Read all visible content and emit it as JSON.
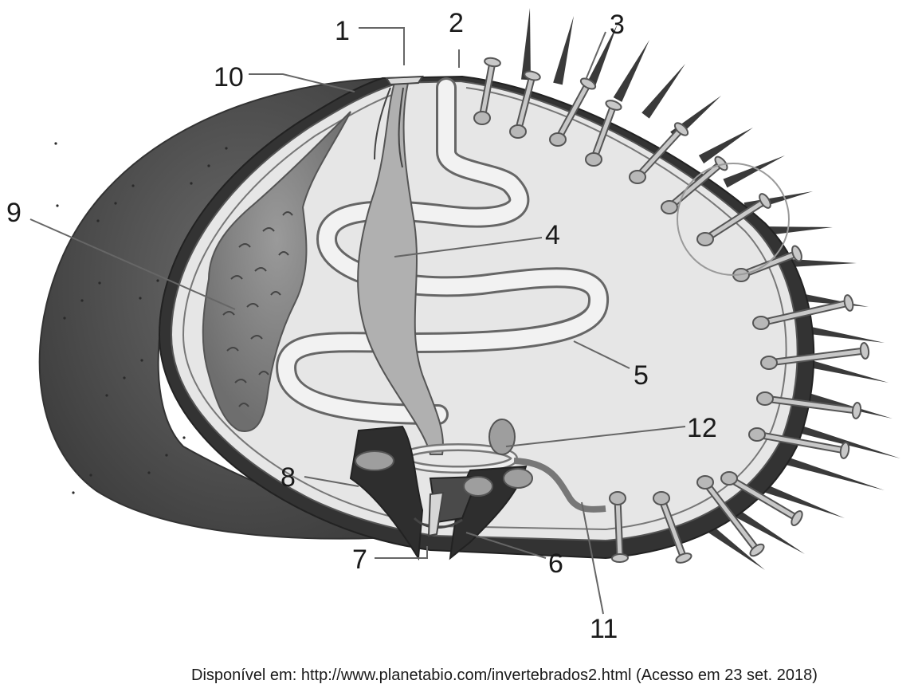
{
  "labels": {
    "l1": "1",
    "l2": "2",
    "l3": "3",
    "l4": "4",
    "l5": "5",
    "l6": "6",
    "l7": "7",
    "l8": "8",
    "l9": "9",
    "l10": "10",
    "l11": "11",
    "l12": "12"
  },
  "source": "Disponível em: http://www.planetabio.com/invertebrados2.html (Acesso em 23 set. 2018)",
  "colors": {
    "shell": "#4d4d4d",
    "cavity": "#e6e6e6",
    "organ": "#b0b0b0",
    "dark": "#2e2e2e",
    "line": "#444444"
  }
}
